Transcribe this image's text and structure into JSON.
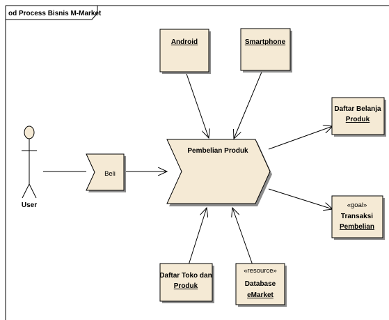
{
  "frame": {
    "title": "od Process Bisnis M-Market"
  },
  "actor": {
    "label": "User"
  },
  "process_beli": {
    "label": "Beli"
  },
  "process_main": {
    "label": "Pembelian Produk"
  },
  "objects": {
    "android": {
      "label": "Android"
    },
    "smartphone": {
      "label": "Smartphone"
    },
    "daftar_belanja": {
      "line1": "Daftar Belanja",
      "line2": "Produk"
    },
    "goal": {
      "stereotype": "«goal»",
      "line1": "Transaksi",
      "line2": "Pembelian"
    },
    "daftar_toko": {
      "line1": "Daftar Toko dan",
      "line2": "Produk"
    },
    "database": {
      "stereotype": "«resource»",
      "line1": "Database",
      "line2": "eMarket"
    }
  },
  "colors": {
    "fill": "#f5ead5",
    "shadow": "#8c8c8c",
    "stroke": "#000000"
  }
}
